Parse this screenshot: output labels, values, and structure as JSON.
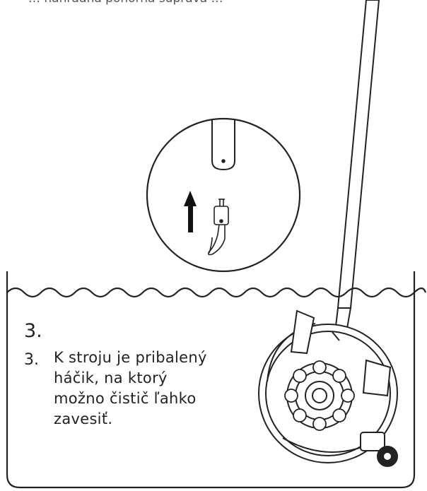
{
  "top_caption": "… náhradná ponorná súprava …",
  "step": {
    "heading": "3.",
    "number": "3.",
    "lines": [
      "K stroju je pribalený",
      "háčik, na ktorý",
      "možno čistič ľahko",
      "zavesiť."
    ]
  },
  "colors": {
    "ink": "#222222",
    "background": "#ffffff"
  },
  "icons": [
    "up-arrow-icon",
    "hook-icon",
    "pole-icon",
    "pool-cleaner-icon"
  ]
}
